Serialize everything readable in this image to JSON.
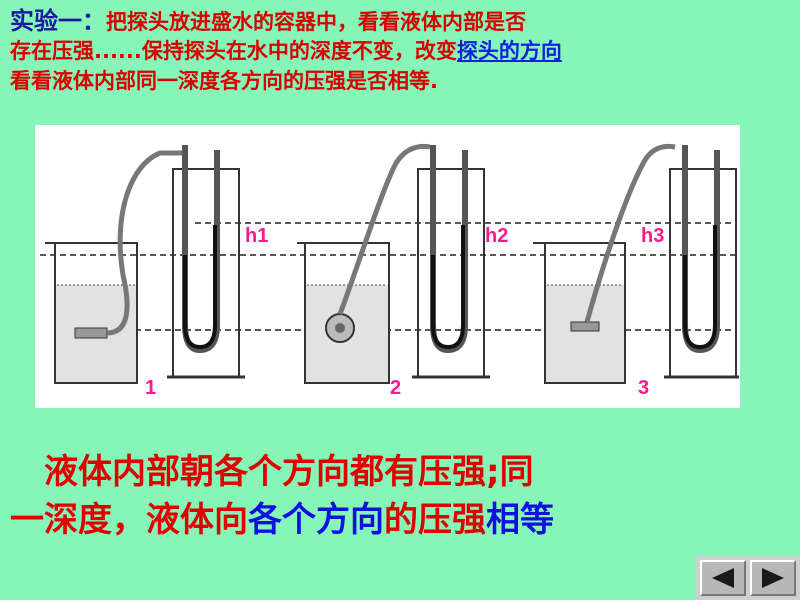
{
  "intro": {
    "label": "实验一：",
    "line1_rest": "把探头放进盛水的容器中，看看液体内部是否",
    "line2_prefix": "存在压强......保持探头在水中的深度不变，改变",
    "line2_link": "探头的方向",
    "line3": "看看液体内部同一深度各方向的压强是否相等."
  },
  "figure": {
    "height_labels": [
      "h1",
      "h2",
      "h3"
    ],
    "step_numbers": [
      "1",
      "2",
      "3"
    ]
  },
  "conclusion": {
    "line1": "液体内部朝各个方向都有压强;同",
    "line2_a": "一深度，液体向",
    "line2_b": "各个方向",
    "line2_c": "的压强",
    "line2_d": "相等"
  },
  "nav": {
    "prev": "previous-arrow-icon",
    "next": "next-arrow-icon"
  },
  "colors": {
    "background": "#88f5b8",
    "text_red": "#d80000",
    "text_blue": "#1010e0",
    "label_pink": "#ff1a8c"
  }
}
